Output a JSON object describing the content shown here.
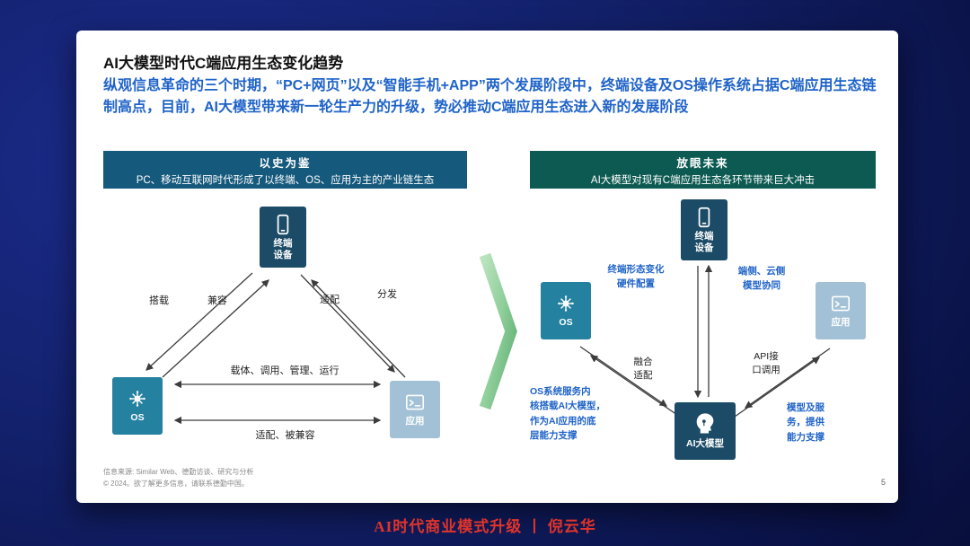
{
  "colors": {
    "background_navy": "#122069",
    "intro_blue": "#1f63c8",
    "left_header_bg": "#15597c",
    "right_header_bg": "#0d5a52",
    "node_dark_blue": "#1b4b66",
    "node_teal": "#2581a0",
    "node_light_blue": "#a3c1d6",
    "annotation_blue": "#1f63c8",
    "caption_red": "#e0342b",
    "transition_green": "#8fcf9a"
  },
  "caption": "AI时代商业模式升级 丨 倪云华",
  "slide": {
    "title": "AI大模型时代C端应用生态变化趋势",
    "intro": "纵观信息革命的三个时期，“PC+网页”以及“智能手机+APP”两个发展阶段中，终端设备及OS操作系统占据C端应用生态链制高点，目前，AI大模型带来新一轮生产力的升级，势必推动C端应用生态进入新的发展阶段",
    "footer": {
      "source": "信息来源: Similar Web、德勤访谈、研究与分析",
      "copyright": "© 2024。欲了解更多信息，请联系德勤中国。",
      "page_number": "5"
    }
  },
  "left_panel": {
    "header": {
      "title": "以史为鉴",
      "subtitle": "PC、移动互联网时代形成了以终端、OS、应用为主的产业链生态"
    },
    "nodes": {
      "terminal": "终端\n设备",
      "os": "OS",
      "app": "应用"
    },
    "edges": {
      "mount": "搭载",
      "compat": "兼容",
      "adapt": "适配",
      "distribute": "分发",
      "carrier": "载体、调用、管理、运行",
      "adapt_compat": "适配、被兼容"
    }
  },
  "right_panel": {
    "header": {
      "title": "放眼未来",
      "subtitle": "AI大模型对现有C端应用生态各环节带来巨大冲击"
    },
    "nodes": {
      "terminal": "终端\n设备",
      "os": "OS",
      "app": "应用",
      "ai_model": "AI大模型"
    },
    "labels": {
      "terminal_hw": "终端形态变化\n硬件配置",
      "edge_cloud": "端侧、云侧\n模型协同",
      "fusion": "融合\n适配",
      "api": "API接\n口调用",
      "os_support": "OS系统服务内\n核搭载AI大模型，\n作为AI应用的底\n层能力支撑",
      "model_service": "模型及服\n务，提供\n能力支撑"
    }
  }
}
